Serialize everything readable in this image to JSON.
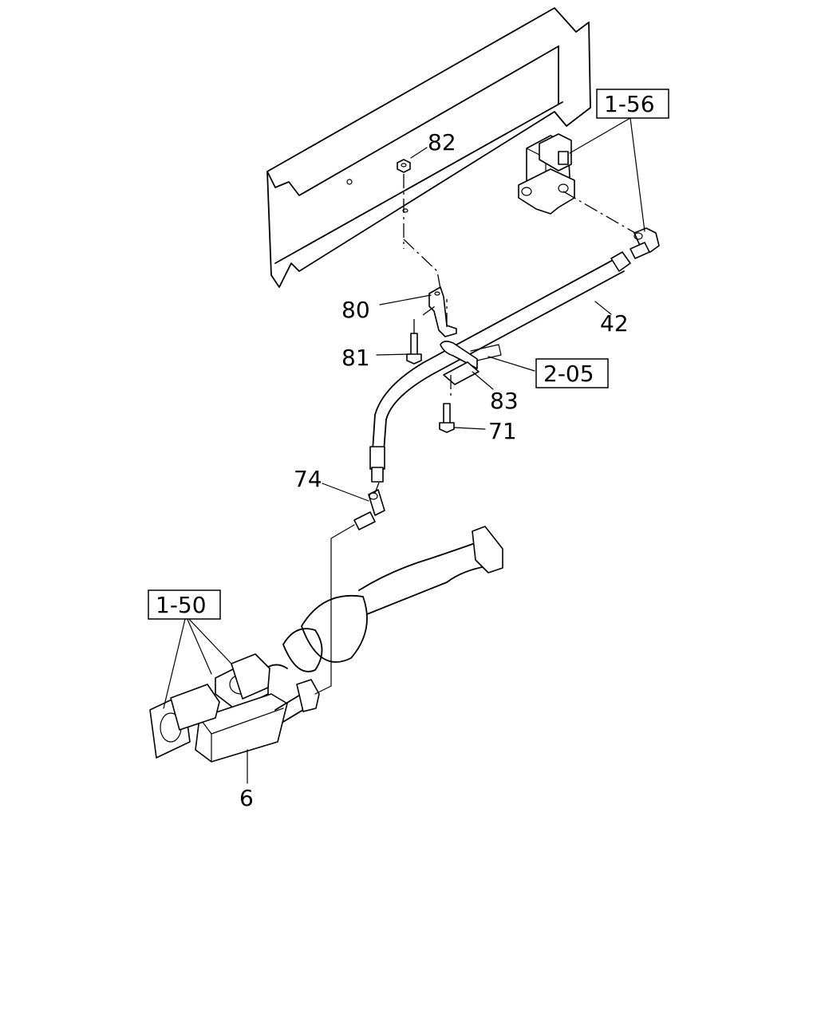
{
  "callouts": [
    {
      "id": "82",
      "text": "82"
    },
    {
      "id": "80",
      "text": "80"
    },
    {
      "id": "81",
      "text": "81"
    },
    {
      "id": "42",
      "text": "42"
    },
    {
      "id": "83",
      "text": "83"
    },
    {
      "id": "71",
      "text": "71"
    },
    {
      "id": "74",
      "text": "74"
    },
    {
      "id": "6",
      "text": "6"
    }
  ],
  "references": [
    {
      "id": "1-56",
      "text": "1-56"
    },
    {
      "id": "2-05",
      "text": "2-05"
    },
    {
      "id": "1-50",
      "text": "1-50"
    }
  ]
}
